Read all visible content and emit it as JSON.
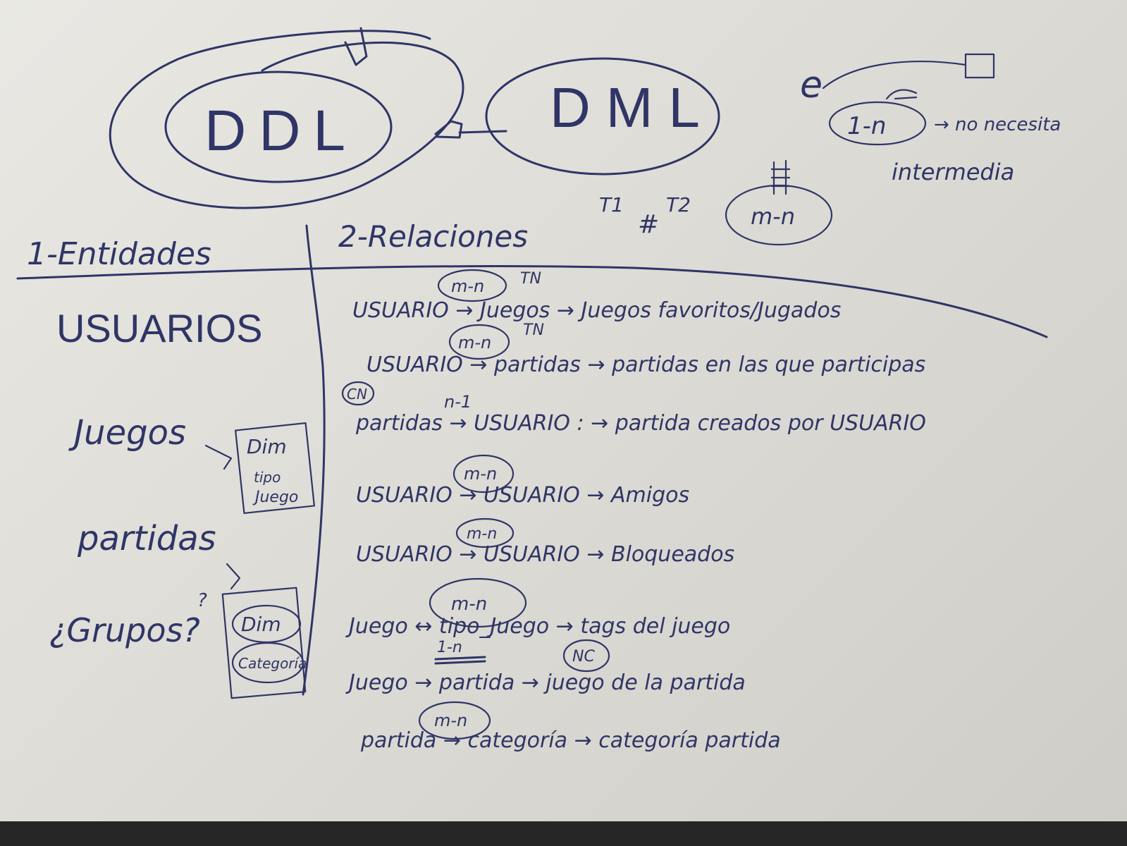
{
  "top": {
    "ddl": "DDL",
    "dml": "DML",
    "e": "e",
    "relation_1n": "1-n",
    "note_1n": "→ no necesita",
    "note_intermedia": "intermedia",
    "t1": "T1",
    "t2": "T2",
    "relation_mn": "m-n"
  },
  "headers": {
    "entities": "1-Entidades",
    "relations": "2-Relaciones"
  },
  "entities": [
    {
      "label": "USUARIOS"
    },
    {
      "label": "Juegos",
      "box": [
        "Dim",
        "tipo",
        "Juego"
      ]
    },
    {
      "label": "partidas"
    },
    {
      "label": "¿Grupos?",
      "box": [
        "Dim",
        "Categoría"
      ]
    }
  ],
  "relations": [
    {
      "text": "USUARIO → Juegos → Juegos favoritos/Jugados",
      "card": "m-n",
      "extra": "TN"
    },
    {
      "text": "USUARIO → partidas → partidas en las que participas",
      "card": "m-n",
      "extra": "TN"
    },
    {
      "text": "partidas → USUARIO : → partida creados por USUARIO",
      "card": "n-1",
      "extra": "CN"
    },
    {
      "text": "USUARIO → USUARIO → Amigos",
      "card": "m-n"
    },
    {
      "text": "USUARIO → USUARIO → Bloqueados",
      "card": "m-n"
    },
    {
      "text": "Juego ↔ tipo_Juego → tags del juego",
      "card": "m-n"
    },
    {
      "text": "Juego → partida → juego de la partida",
      "card": "1-n",
      "extra": "NC"
    },
    {
      "text": "partida → categoría → categoría partida",
      "card": "m-n"
    }
  ]
}
